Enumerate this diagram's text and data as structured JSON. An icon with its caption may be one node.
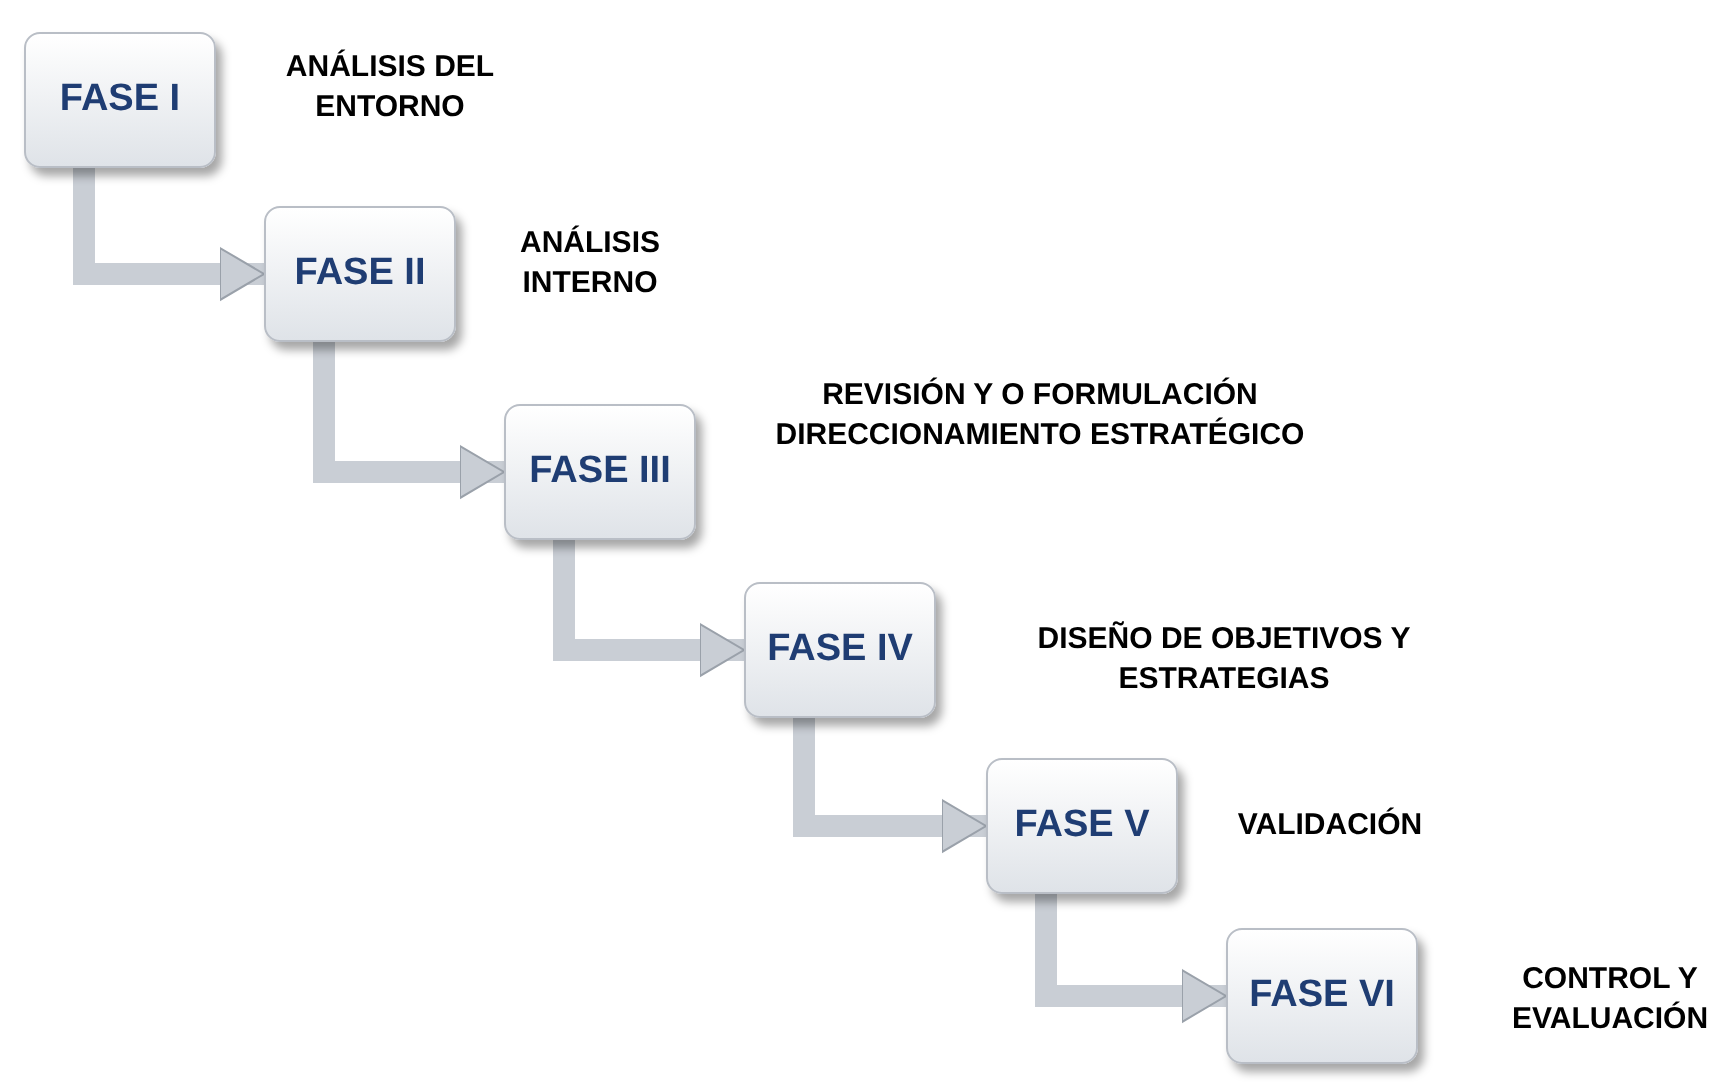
{
  "diagram": {
    "nodes": [
      {
        "text": [
          "FASE I"
        ],
        "beside": [
          "ANÁLISIS DEL ENTORNO"
        ]
      },
      {
        "text": [
          "FASE II"
        ],
        "beside": [
          "ANÁLISIS INTERNO"
        ]
      },
      {
        "text": [
          "FASE III"
        ],
        "beside": [
          "REVISIÓN Y O FORMULACIÓN DIRECCIONAMIENTO ESTRATÉGICO"
        ]
      },
      {
        "text": [
          "FASE IV"
        ],
        "beside": [
          "DISEÑO DE OBJETIVOS Y ESTRATEGIAS"
        ]
      },
      {
        "text": [
          "FASE V"
        ],
        "beside": [
          "VALIDACIÓN"
        ]
      },
      {
        "text": [
          "FASE VI"
        ],
        "beside": [
          "CONTROL Y EVALUACIÓN"
        ]
      }
    ],
    "edges": [
      {
        "from": 0,
        "to": 1,
        "arrow": "to"
      },
      {
        "from": 1,
        "to": 2,
        "arrow": "to"
      },
      {
        "from": 2,
        "to": 3,
        "arrow": "to"
      },
      {
        "from": 3,
        "to": 4,
        "arrow": "to"
      },
      {
        "from": 4,
        "to": 5,
        "arrow": "to"
      }
    ]
  }
}
